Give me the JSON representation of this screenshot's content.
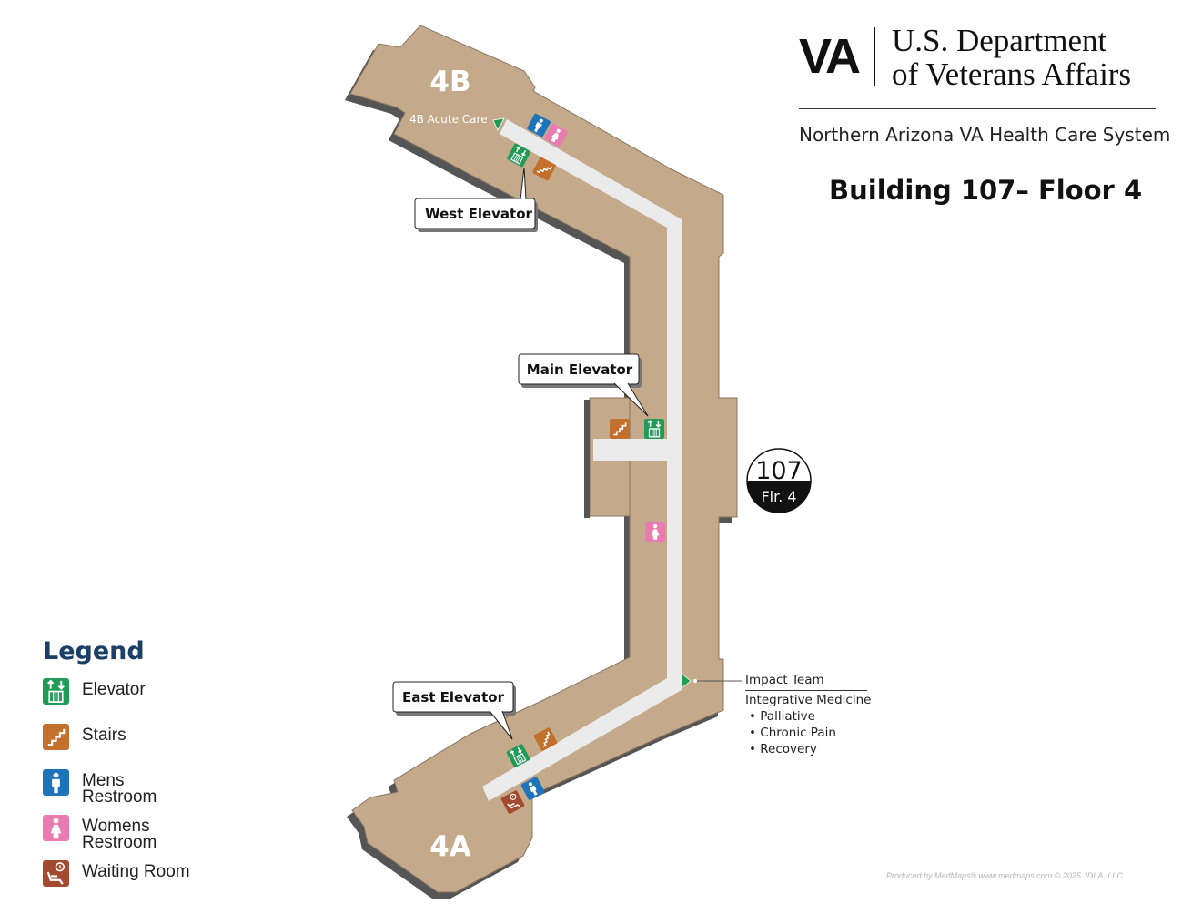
{
  "header": {
    "va_mark": "VA",
    "department_line1": "U.S. Department",
    "department_line2": "of Veterans Affairs",
    "system_name": "Northern Arizona VA Health Care System",
    "building_title": "Building 107– Floor 4"
  },
  "map": {
    "wing_4b": "4B",
    "wing_4a": "4A",
    "acute_care_label": "4B Acute Care",
    "west_elevator_label": "West Elevator",
    "main_elevator_label": "Main Elevator",
    "east_elevator_label": "East Elevator",
    "badge_building": "107",
    "badge_floor": "Flr. 4",
    "floor_color": "#c4a98a",
    "corridor_color": "#ebebeb",
    "departments": {
      "impact_team": "Impact Team",
      "integrative_medicine": "Integrative Medicine",
      "items": [
        "Palliative",
        "Chronic Pain",
        "Recovery"
      ]
    }
  },
  "legend": {
    "title": "Legend",
    "items": [
      {
        "label": "Elevator",
        "icon": "elevator-icon",
        "color": "#1f9b55"
      },
      {
        "label": "Stairs",
        "icon": "stairs-icon",
        "color": "#c2702b"
      },
      {
        "label": "Mens Restroom",
        "icon": "mens-restroom-icon",
        "color": "#1d74bb"
      },
      {
        "label": "Womens Restroom",
        "icon": "womens-restroom-icon",
        "color": "#ea7bb1"
      },
      {
        "label": "Waiting Room",
        "icon": "waiting-room-icon",
        "color": "#a44a2e"
      }
    ]
  },
  "credit": "Produced by MedMaps®  www.medmaps.com  © 2025 JDLA, LLC"
}
